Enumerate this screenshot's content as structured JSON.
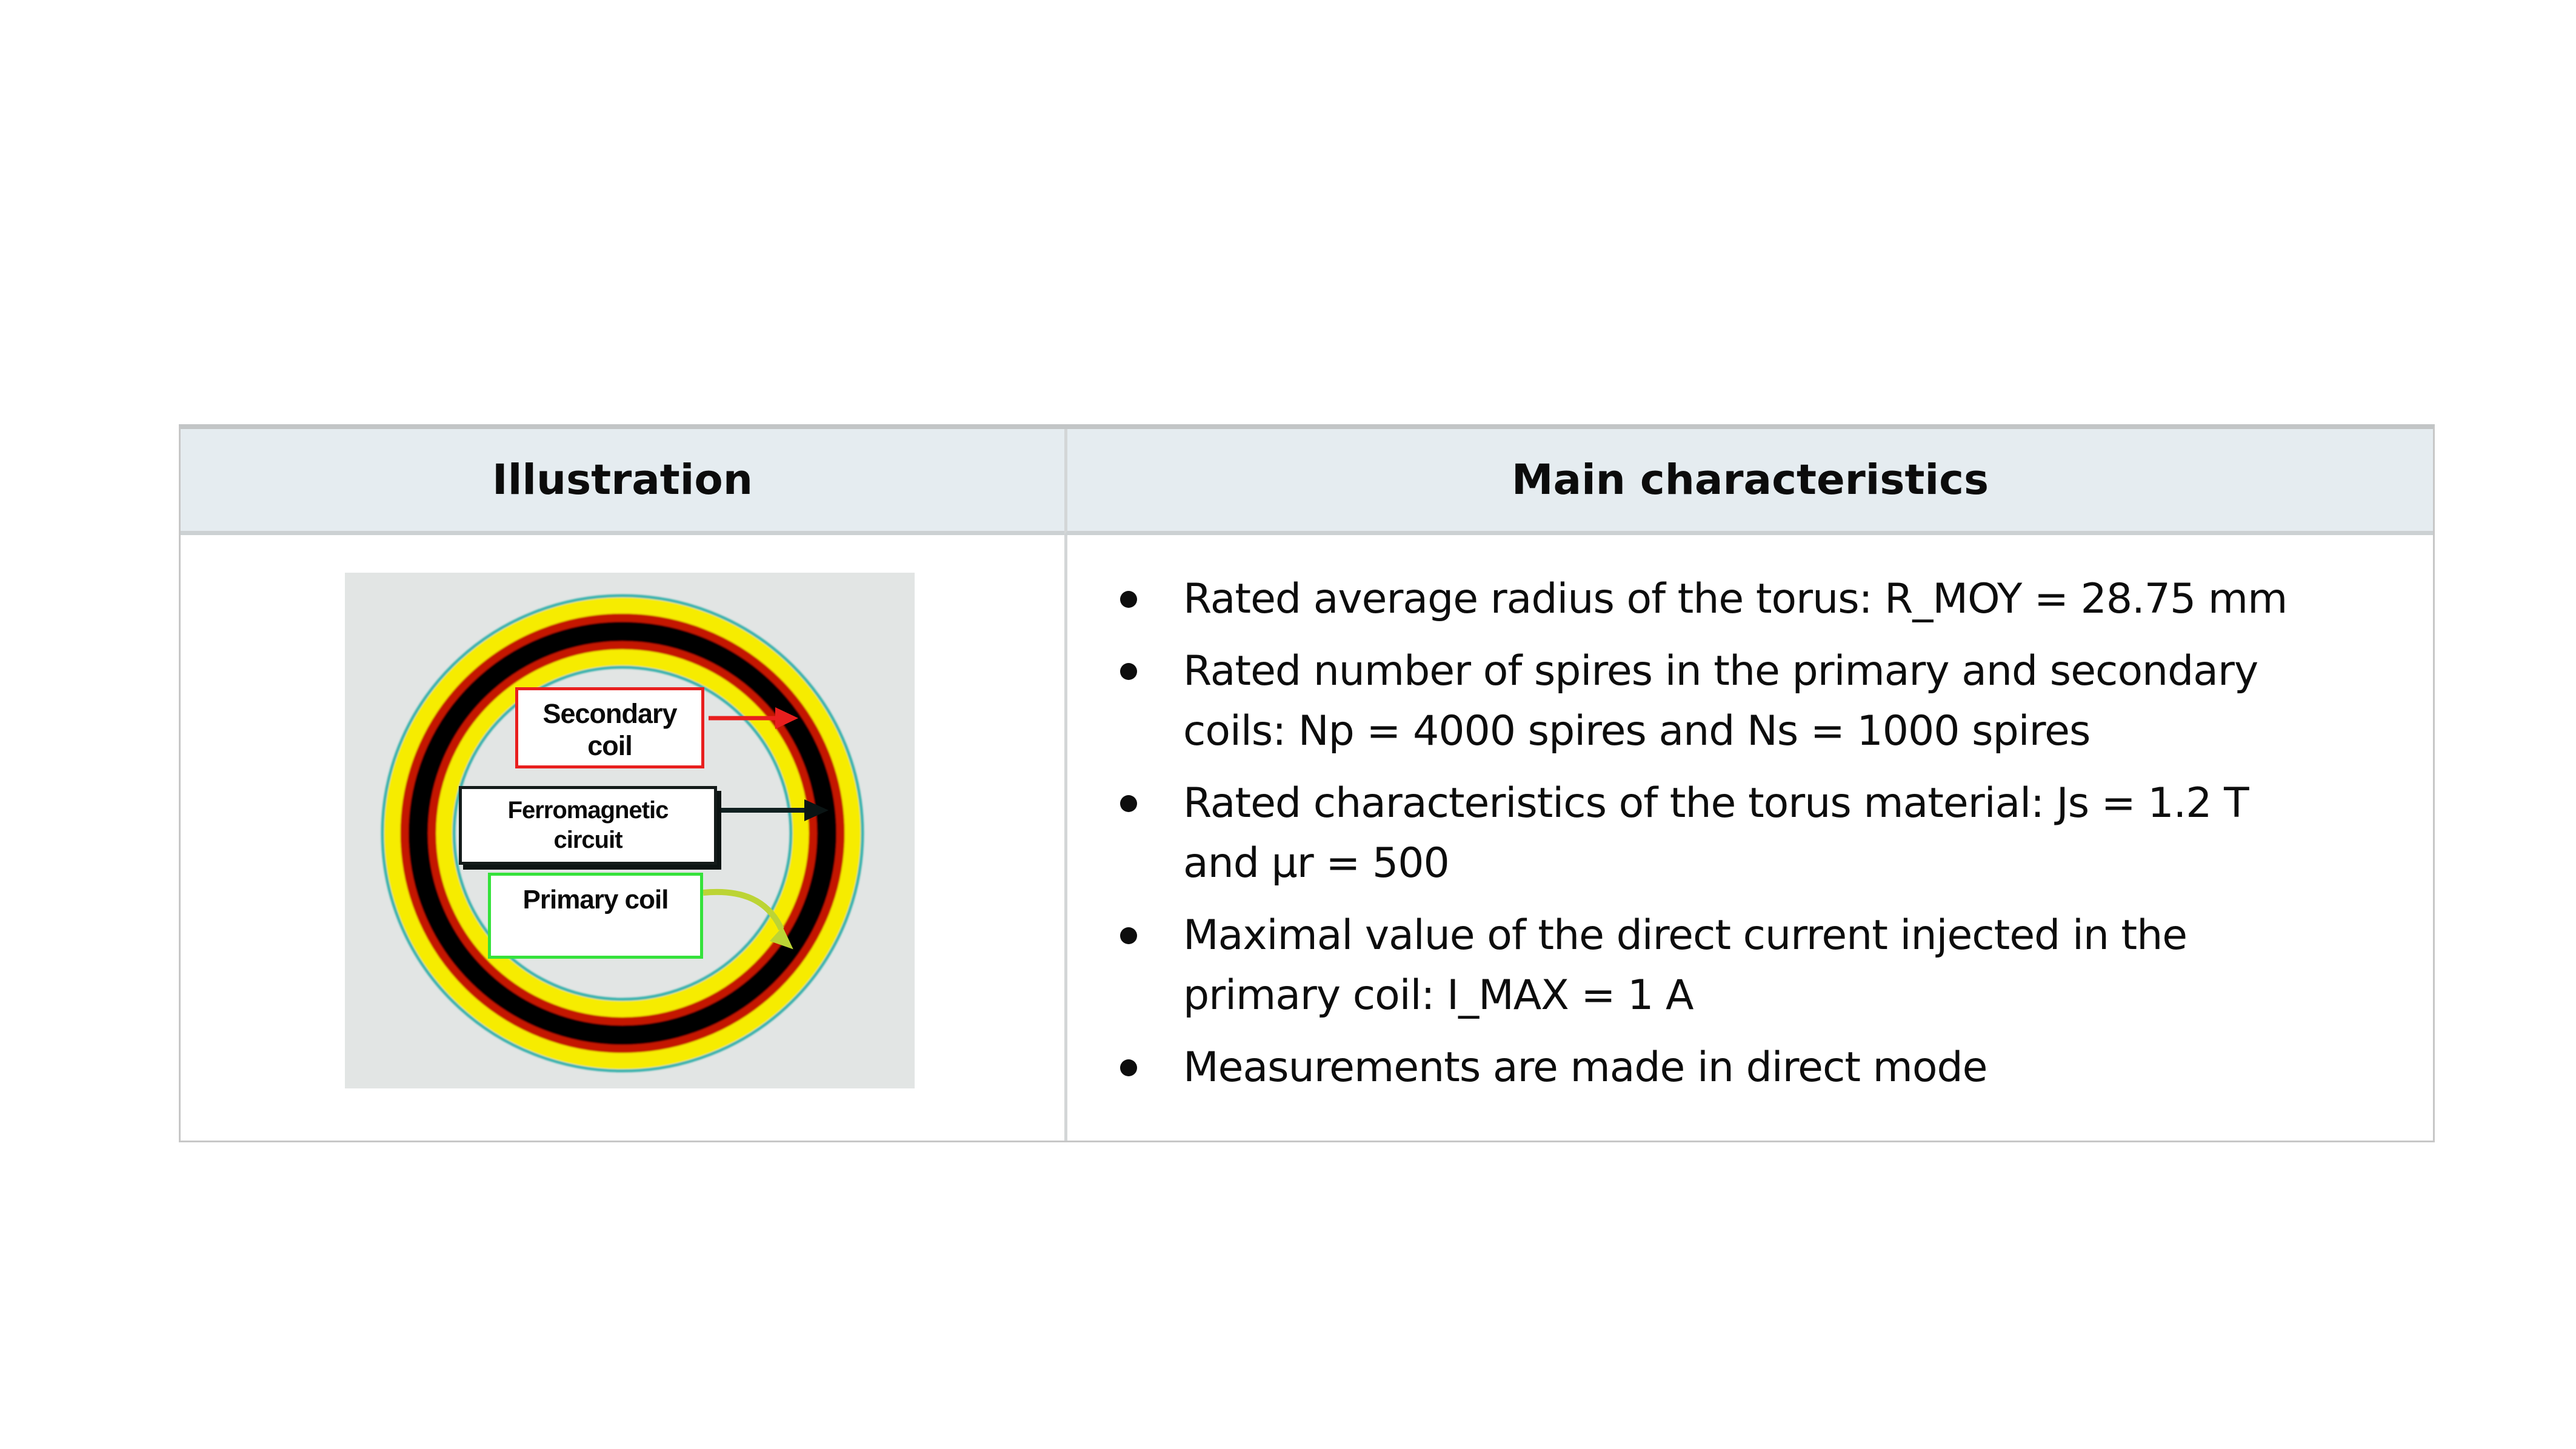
{
  "table": {
    "header": {
      "col1": "Illustration",
      "col2": "Main characteristics"
    },
    "bullets": [
      {
        "text": "Rated average radius of the torus: R_MOY = 28.75 mm"
      },
      {
        "text": "Rated number of spires in the primary and secondary\ncoils: Np = 4000 spires and Ns = 1000 spires"
      },
      {
        "text": "Rated characteristics of the torus material: Js = 1.2 T\nand μr = 500"
      },
      {
        "text": "Maximal value of the direct current injected in the\nprimary coil: I_MAX = 1 A"
      },
      {
        "text": "Measurements are made in direct mode"
      }
    ],
    "illustration": {
      "labels": {
        "secondary": "Secondary\ncoil",
        "ferromagnetic": "Ferromagnetic\ncircuit",
        "primary": "Primary coil"
      },
      "colors": {
        "photo_background": "#e2e5e4",
        "torus_yellow": "#f6ec00",
        "torus_red": "#c41300",
        "torus_black": "#060600",
        "torus_edge_teal": "#3ab2ad",
        "secondary_accent": "#e81f1e",
        "ferromagnetic_accent": "#141b1a",
        "primary_box_green": "#35e23b",
        "primary_arrow_green": "#bcd435",
        "header_background": "#e5ecf0",
        "table_border": "#c7c7c7"
      }
    }
  }
}
